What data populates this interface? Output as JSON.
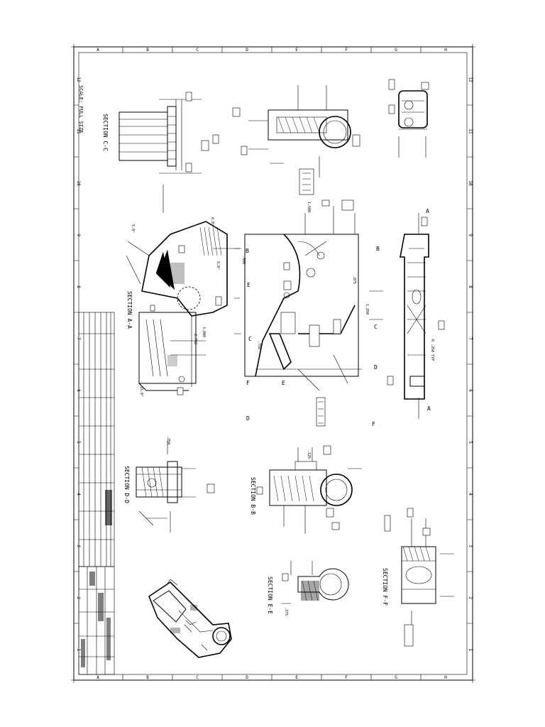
{
  "border": {
    "letters": [
      "A",
      "B",
      "C",
      "D",
      "E",
      "F",
      "G",
      "H"
    ],
    "numbers": [
      "12",
      "11",
      "10",
      "9",
      "8",
      "7",
      "6",
      "5",
      "4",
      "3",
      "2",
      "1"
    ]
  },
  "views": {
    "section_cc": "SECTION C-C",
    "scale": "SCALE: FULL SIZE",
    "section_aa": "SECTION A-A",
    "section_dd": "SECTION D-D",
    "section_bb": "SECTION B-B",
    "section_ee": "SECTION E-E",
    "section_ff": "SECTION F-F"
  },
  "callouts": {
    "a": "A",
    "b": "B",
    "c": "C",
    "d": "D",
    "e": "E",
    "f": "F",
    "c_left": "C",
    "b_left": "B",
    "d_left": "D",
    "f_left": "F",
    "e_left": "E"
  },
  "dims": {
    "d1": ".375",
    "d2": "1.500",
    "d3": "R .250 TYP",
    "d4": ".500",
    "d5": "3.000",
    "d6": "2.750",
    "d7": "1.250",
    "d8": ".875",
    "d9": ".750",
    "d10": "5.0°",
    "d11": "6.0°",
    "d12": "15.0°",
    "d13": "6.0°",
    "d14": ".250",
    "d15": ".125"
  }
}
